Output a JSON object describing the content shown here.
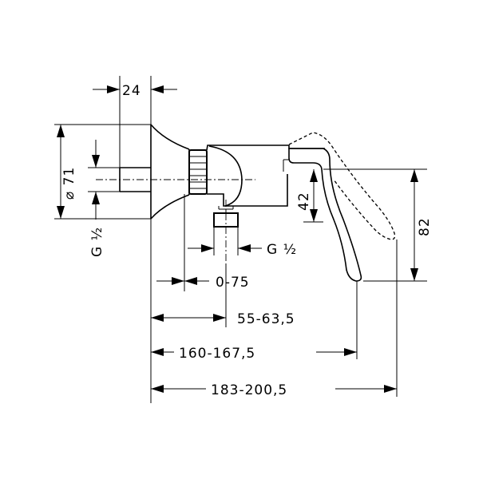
{
  "dimensions": {
    "wall_depth": "24",
    "diameter": "⌀ 71",
    "inlet_thread": "G ½",
    "outlet_thread": "G ½",
    "height_lever": "42",
    "height_total": "82",
    "adjust_range": "0-75",
    "depth_body": "55-63,5",
    "depth_lever": "160-167,5",
    "depth_total": "183-200,5"
  }
}
